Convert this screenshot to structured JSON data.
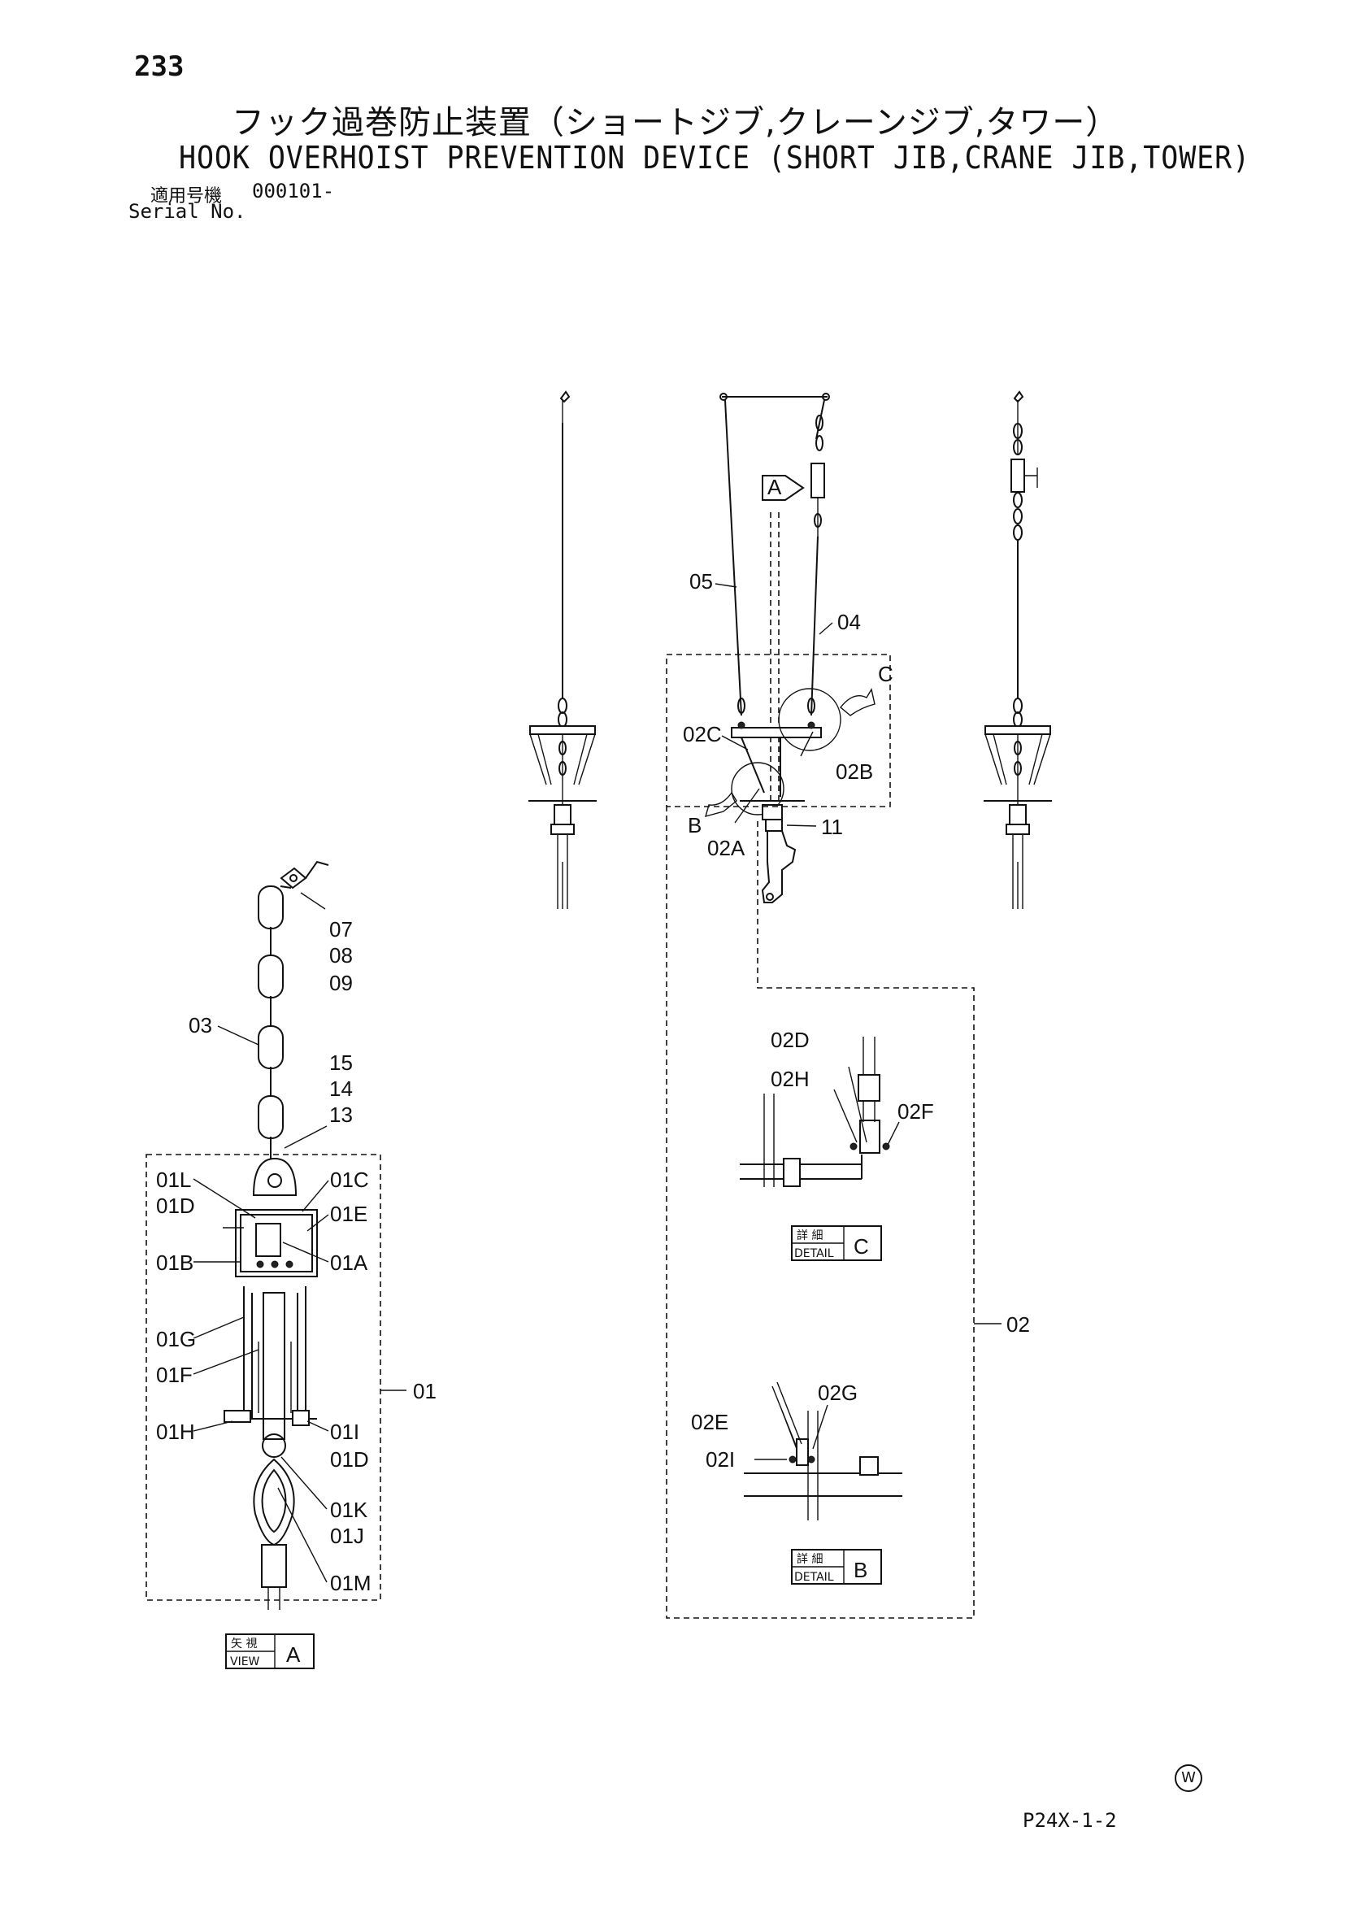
{
  "header": {
    "page_number": "233",
    "title_jp": "フック過巻防止装置（ショートジブ,クレーンジブ,タワー）",
    "title_en": "HOOK OVERHOIST PREVENTION DEVICE (SHORT JIB,CRANE JIB,TOWER)",
    "applicable_label_jp": "適用号機",
    "serial_value": "000101-",
    "serial_label": "Serial No."
  },
  "labels": {
    "p05": "05",
    "p04": "04",
    "p02C": "02C",
    "p02B": "02B",
    "p02A": "02A",
    "p11": "11",
    "arrowA": "A",
    "calloutB": "B",
    "calloutC": "C",
    "p07": "07",
    "p08": "08",
    "p09": "09",
    "p03": "03",
    "p15": "15",
    "p14": "14",
    "p13": "13",
    "p01L": "01L",
    "p01D_a": "01D",
    "p01C": "01C",
    "p01E": "01E",
    "p01B": "01B",
    "p01A": "01A",
    "p01G": "01G",
    "p01F": "01F",
    "p01": "01",
    "p01H": "01H",
    "p01I": "01I",
    "p01D_b": "01D",
    "p01K": "01K",
    "p01J": "01J",
    "p01M": "01M",
    "p02D": "02D",
    "p02H": "02H",
    "p02F": "02F",
    "p02": "02",
    "p02G": "02G",
    "p02E": "02E",
    "p02I": "02I"
  },
  "tags": {
    "view_a_jp": "矢 視",
    "view_a_en": "VIEW",
    "view_a_letter": "A",
    "detail_c_jp": "詳 細",
    "detail_c_en": "DETAIL",
    "detail_c_letter": "C",
    "detail_b_jp": "詳 細",
    "detail_b_en": "DETAIL",
    "detail_b_letter": "B"
  },
  "footer": {
    "mark": "W",
    "page_code": "P24X-1-2"
  }
}
